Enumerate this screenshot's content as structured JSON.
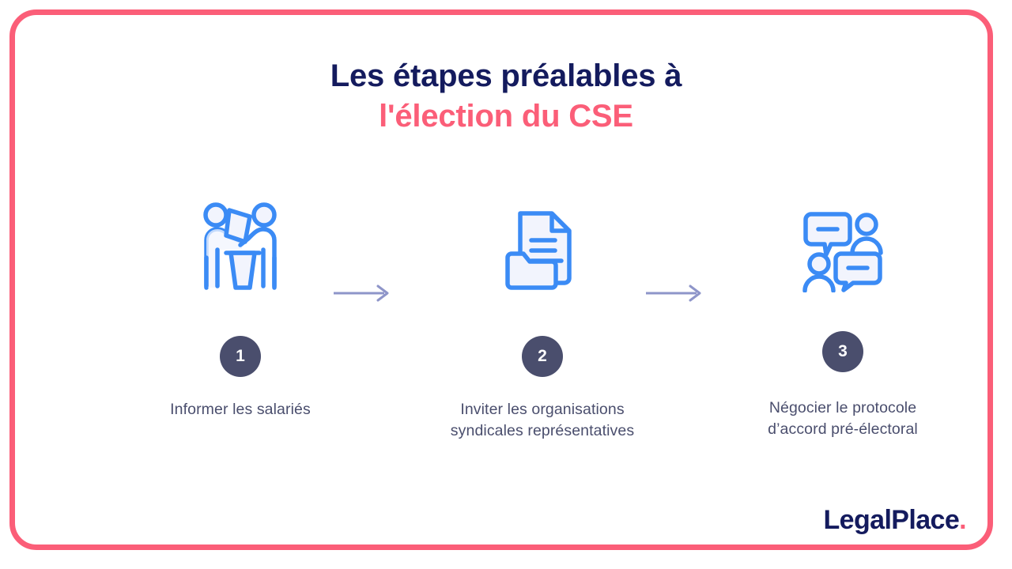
{
  "frame": {
    "border_color": "#fb5e78",
    "background": "#ffffff"
  },
  "title": {
    "line1": "Les étapes préalables à",
    "line2": "l'élection du CSE",
    "line1_color": "#141b5e",
    "line2_color": "#fb5e78"
  },
  "palette": {
    "navy": "#141b5e",
    "pink": "#fb5e78",
    "slate": "#4a4e6d",
    "icon_blue": "#3b8bf5",
    "icon_fill": "#f2f4fd",
    "arrow": "#8e95c9"
  },
  "steps": [
    {
      "number": "1",
      "caption_line1": "Informer les salariés",
      "caption_line2": "",
      "icon": "two-people-ballot-box-icon"
    },
    {
      "number": "2",
      "caption_line1": "Inviter les organisations",
      "caption_line2": "syndicales représentatives",
      "icon": "document-folder-icon"
    },
    {
      "number": "3",
      "caption_line1": "Négocier le protocole",
      "caption_line2": "d’accord pré-électoral",
      "icon": "people-speech-bubbles-icon"
    }
  ],
  "connectors": [
    {
      "name": "arrow-step1-to-step2"
    },
    {
      "name": "arrow-step2-to-step3"
    }
  ],
  "logo": {
    "text": "LegalPlace",
    "dot": "."
  }
}
